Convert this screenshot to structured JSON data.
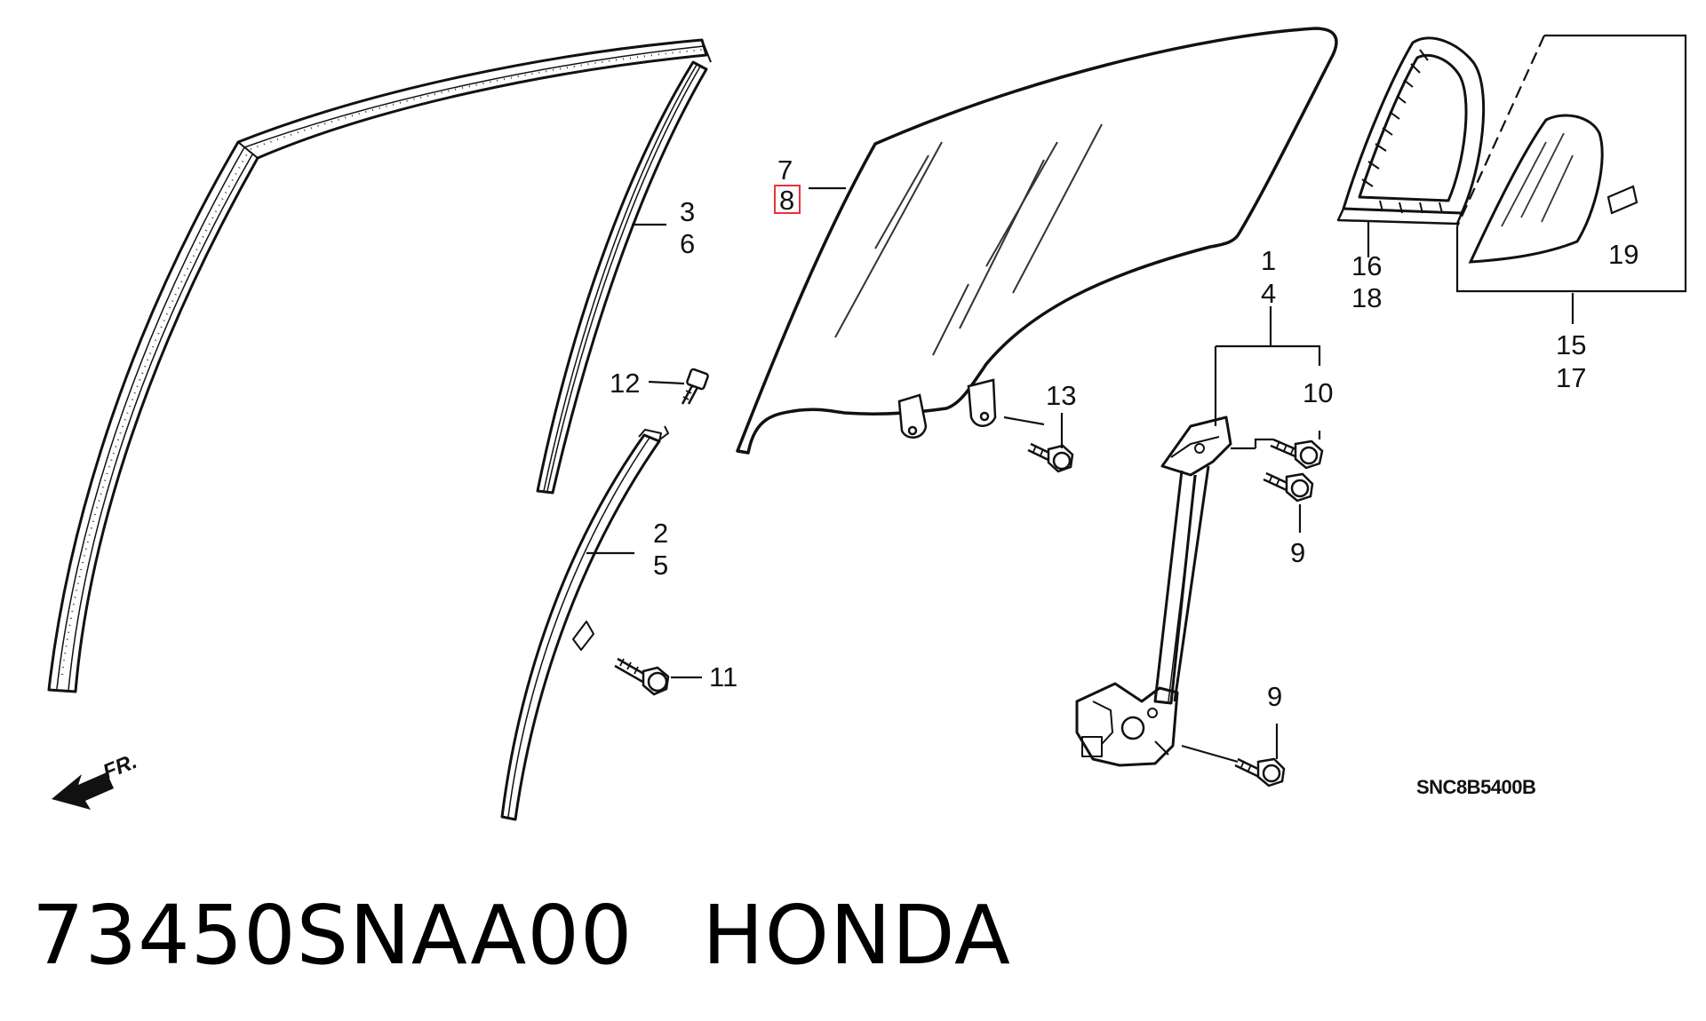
{
  "diagram": {
    "highlight_color": "#e8323c",
    "callouts": {
      "c1": "1",
      "c2": "2",
      "c3": "3",
      "c4": "4",
      "c5": "5",
      "c6": "6",
      "c7": "7",
      "c8": "8",
      "c9a": "9",
      "c9b": "9",
      "c10": "10",
      "c11": "11",
      "c12": "12",
      "c13": "13",
      "c15": "15",
      "c16": "16",
      "c17": "17",
      "c18": "18",
      "c19": "19"
    },
    "diagram_code": "SNC8B5400B",
    "front_marker": "FR."
  },
  "footer": {
    "part_number": "73450SNAA00",
    "brand": "HONDA"
  }
}
